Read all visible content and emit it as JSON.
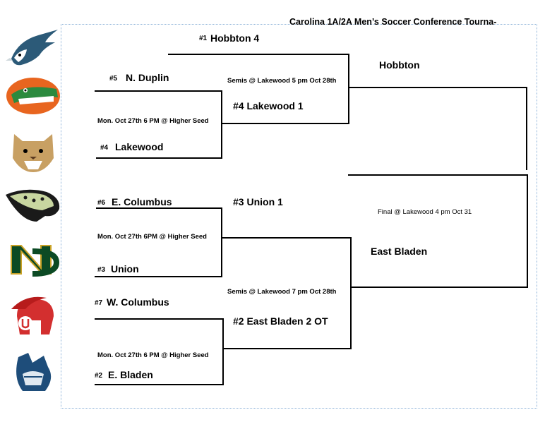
{
  "title": "Carolina 1A/2A Men’s Soccer Conference Tourna-",
  "round1": [
    {
      "top_seed": "#5",
      "top_team": "N. Duplin",
      "info": "Mon. Oct 27th 6 PM @ Higher Seed",
      "bottom_seed": "#4",
      "bottom_team": "Lakewood"
    },
    {
      "top_seed": "#6",
      "top_team": "E. Columbus",
      "info": "Mon. Oct 27th  6PM @ Higher Seed",
      "bottom_seed": "#3",
      "bottom_team": "Union"
    },
    {
      "top_seed": "#7",
      "top_team": "W. Columbus",
      "info": "Mon. Oct 27th 6 PM @ Higher Seed",
      "bottom_seed": "#2",
      "bottom_team": "E. Bladen"
    }
  ],
  "bye": {
    "seed": "#1",
    "team": "Hobbton  4"
  },
  "semis": [
    {
      "info": "Semis @ Lakewood 5 pm Oct 28th",
      "winner": "#4 Lakewood  1"
    },
    {
      "info": "Semis @ Lakewood 7 pm Oct 28th",
      "top": "#3 Union  1",
      "winner": "#2 East Bladen 2 OT"
    }
  ],
  "finalists": {
    "top": "Hobbton",
    "bottom": "East Bladen"
  },
  "final_info": "Final @ Lakewood 4 pm Oct 31",
  "logos": [
    "eagle-logo",
    "gator-logo",
    "wildcat-logo",
    "jaguar-logo",
    "nd-logo",
    "spartan-logo",
    "viking-logo"
  ]
}
